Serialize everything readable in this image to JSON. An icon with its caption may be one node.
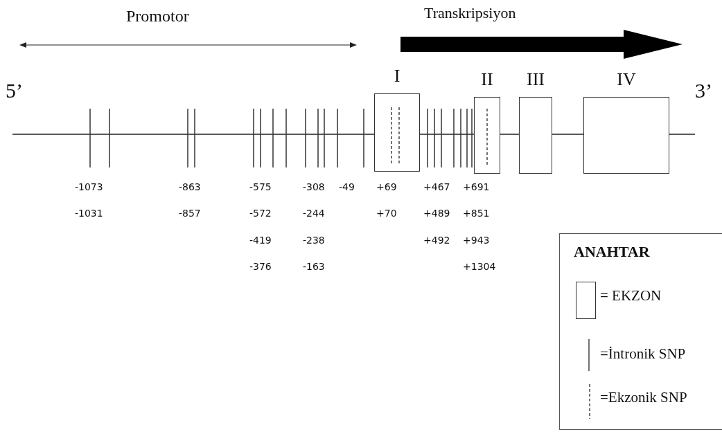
{
  "diagram": {
    "nodes": [
      {
        "text": [
          "I"
        ]
      },
      {
        "text": [
          "II"
        ]
      },
      {
        "text": [
          "III"
        ]
      },
      {
        "text": [
          "IV"
        ]
      }
    ],
    "labels": [
      "Promotor",
      "Transkripsiyon",
      "5’",
      "3’",
      "-1073",
      "-863",
      "-575",
      "-308",
      "-49",
      "+69",
      "+467",
      "+691",
      "-1031",
      "-857",
      "-572",
      "-244",
      "+70",
      "+489",
      "+851",
      "-419",
      "-238",
      "+492",
      "+943",
      "-376",
      "-163",
      "+1304",
      "ANAHTAR"
    ],
    "legend": [
      {
        "text": "= EKZON"
      },
      {
        "text": "=İntronik SNP"
      },
      {
        "text": "=Ekzonik SNP"
      }
    ]
  }
}
